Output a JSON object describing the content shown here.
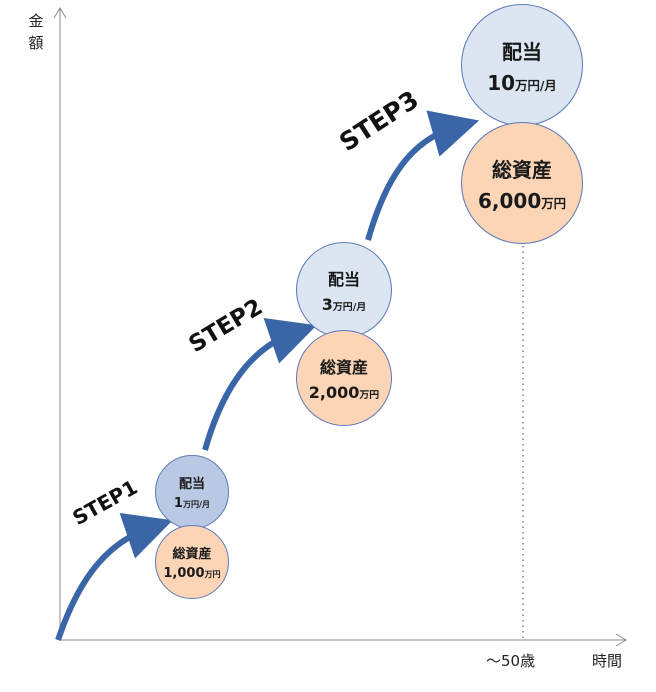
{
  "axes": {
    "y_label": "金額",
    "x_label": "時間",
    "x_tick": "～50歳"
  },
  "steps": [
    {
      "label": "STEP1",
      "dividend": {
        "title": "配当",
        "value": "1",
        "unit": "万円/月"
      },
      "assets": {
        "title": "総資産",
        "value": "1,000",
        "unit": "万円"
      }
    },
    {
      "label": "STEP2",
      "dividend": {
        "title": "配当",
        "value": "3",
        "unit": "万円/月"
      },
      "assets": {
        "title": "総資産",
        "value": "2,000",
        "unit": "万円"
      }
    },
    {
      "label": "STEP3",
      "dividend": {
        "title": "配当",
        "value": "10",
        "unit": "万円/月"
      },
      "assets": {
        "title": "総資産",
        "value": "6,000",
        "unit": "万円"
      }
    }
  ],
  "colors": {
    "arrow": "#3a66a8",
    "dividend_circle": "#dce6f2",
    "assets_circle": "#fbd5b5",
    "circle_border": "#5b79b8"
  }
}
